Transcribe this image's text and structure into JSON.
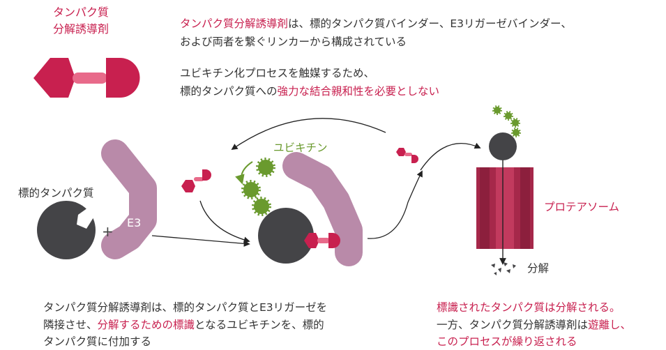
{
  "colors": {
    "magenta": "#c8204f",
    "green": "#6a9a2e",
    "gray": "#444447",
    "mauve": "#b98aa9",
    "proteasome": "#a6284a",
    "text": "#333333"
  },
  "degrader_title": [
    "タンパク質",
    "分解誘導剤"
  ],
  "intro": {
    "line1_highlight": "タンパク質分解誘導剤",
    "line1_rest": "は、標的タンパク質バインダー、E3リガーゼバインダー、",
    "line2": "および両者を繋ぐリンカーから構成されている",
    "line3": "ユビキチン化プロセスを触媒するため、",
    "line4_prefix": "標的タンパク質への",
    "line4_highlight": "強力な結合親和性を必要としない"
  },
  "labels": {
    "target_protein": "標的タンパク質",
    "plus": "+",
    "e3": "E3",
    "ubiquitin": "ユビキチン",
    "proteasome": "プロテアソーム",
    "degradation": "分解"
  },
  "caption_left": {
    "line1": "タンパク質分解誘導剤は、標的タンパク質とE3リガーゼを",
    "line2_prefix": "隣接させ、",
    "line2_highlight": "分解するための標識",
    "line2_suffix": "となるユビキチンを、標的",
    "line3": "タンパク質に付加する"
  },
  "caption_right": {
    "line1": "標識されたタンパク質は分解される。",
    "line2_prefix": "一方、タンパク質分解誘導剤は",
    "line2_highlight": "遊離し、",
    "line3": "このプロセスが繰り返される"
  }
}
